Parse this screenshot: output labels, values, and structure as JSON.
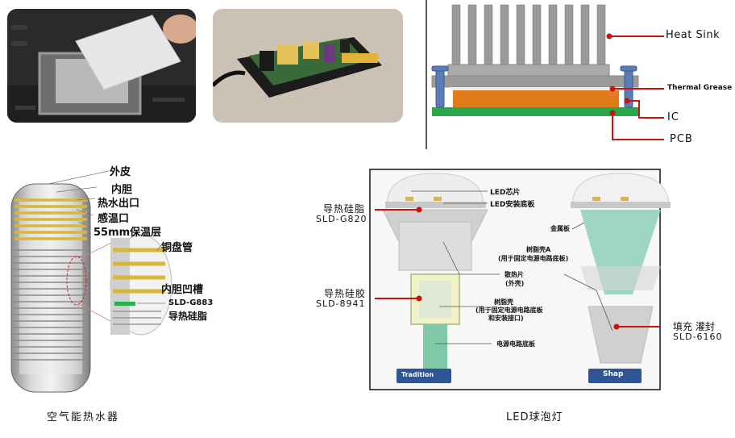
{
  "heatsink": {
    "heat_sink": "Heat Sink",
    "thermal_grease": "Thermal Grease",
    "ic": "IC",
    "pcb": "PCB"
  },
  "heater": {
    "outer_skin": "外皮",
    "inner_tank": "内胆",
    "hot_water_outlet": "热水出口",
    "temp_sensor_port": "感温口",
    "insulation": "55mm保温层",
    "copper_coil": "铜盘管",
    "inner_groove": "内胆凹槽",
    "product_code": "SLD-G883",
    "product_name": "导热硅脂",
    "caption": "空气能热水器"
  },
  "bulb": {
    "grease_name": "导热硅脂",
    "grease_code": "SLD-G820",
    "gel_name": "导热硅胶",
    "gel_code": "SLD-8941",
    "potting_name": "填充 灌封",
    "potting_code": "SLD-6160",
    "led_chip": "LED芯片",
    "led_board": "LED安装底板",
    "metal_plate": "金属板",
    "plastic_a": "树脂壳A",
    "plastic_a_note": "(用于固定电源电路底板)",
    "fin": "散热片",
    "fin_note": "(外壳)",
    "plastic_shell": "树脂壳",
    "plastic_shell_note1": "(用于固定电源电路底板",
    "plastic_shell_note2": "和安装接口)",
    "power_board": "电源电路底板",
    "left_tag": "Tradition",
    "right_tag": "Shap",
    "caption": "LED球泡灯"
  }
}
